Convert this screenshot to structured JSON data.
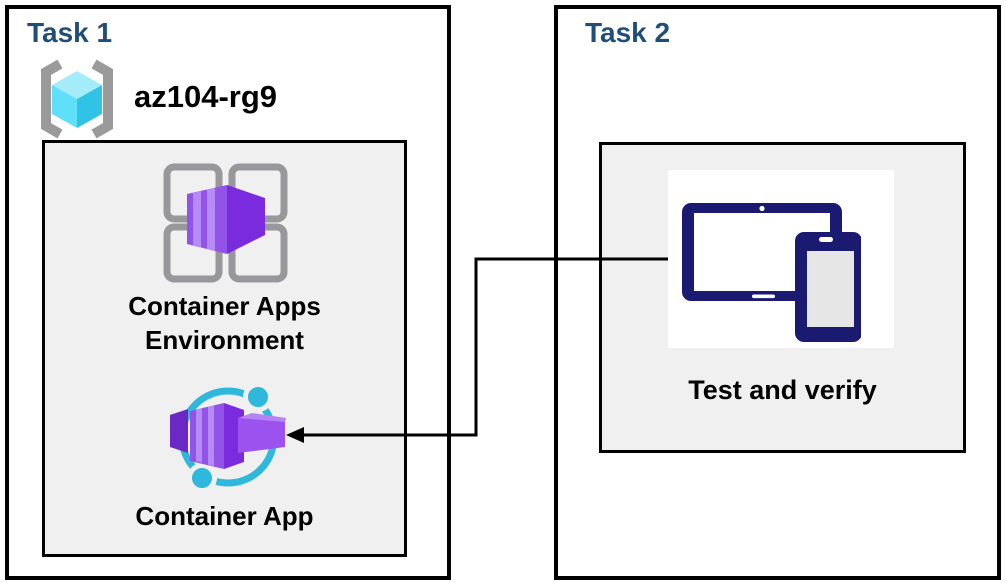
{
  "page": {
    "background": "#FFFFFF"
  },
  "colors": {
    "task_title": "#1F4E79",
    "box_border": "#000000",
    "panel_bg": "#F0F0F0",
    "container_purple": "#8B41DC",
    "container_purple_light": "#B78BF5",
    "accent_cyan": "#2EB8DC",
    "resource_group_cyan": "#5FDFF8",
    "bracket_gray": "#9A9A9A",
    "device_navy": "#1A1A70",
    "arrow": "#000000"
  },
  "task1": {
    "title": "Task 1",
    "resource_group": {
      "name": "az104-rg9",
      "icon": "resource-group-icon"
    },
    "panel": {
      "environment": {
        "icon": "container-apps-environment-icon",
        "lines": [
          "Container Apps",
          "Environment"
        ]
      },
      "app": {
        "icon": "container-app-icon",
        "label": "Container App"
      }
    }
  },
  "task2": {
    "title": "Task 2",
    "panel": {
      "test": {
        "icon": "devices-icon",
        "label": "Test and verify"
      }
    }
  },
  "connector": {
    "description": "elbow arrow from Test and verify panel pointing to Container App icon",
    "direction": "right-to-left"
  }
}
